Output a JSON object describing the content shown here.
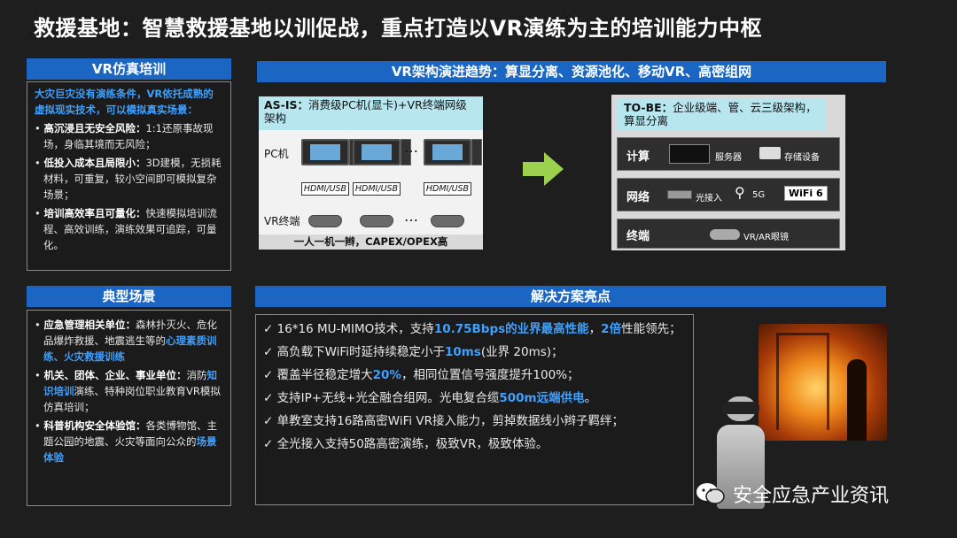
{
  "title": "救援基地：智慧救援基地以训促战，重点打造以VR演练为主的培训能力中枢",
  "vr": {
    "header": "VR仿真培训",
    "intro": "大灾巨灾没有演练条件，VR依托成熟的虚拟现实技术，可以模拟真实场景：",
    "items": [
      {
        "bold": "高沉浸且无安全风险：",
        "text": "1:1还原事故现场，身临其境而无风险；"
      },
      {
        "bold": "低投入成本且局限小：",
        "text": "3D建模，无损耗材料，可重复，较小空间即可模拟复杂场景；"
      },
      {
        "bold": "培训高效率且可量化：",
        "text": "快速模拟培训流程、高效训练，演练效果可追踪，可量化。"
      }
    ]
  },
  "scene": {
    "header": "典型场景",
    "items": [
      {
        "bold": "应急管理相关单位：",
        "text": "森林扑灭火、危化品爆炸救援、地震逃生等的",
        "hl": "心理素质训练、火灾救援训练"
      },
      {
        "bold": "机关、团体、企业、事业单位：",
        "text": "消防",
        "hl": "知识培训",
        "text2": "演练、特种岗位职业教育VR模拟仿真培训；"
      },
      {
        "bold": "科普机构安全体验馆：",
        "text": "各类博物馆、主题公园的地震、火灾等面向公众的",
        "hl": "场景体验"
      }
    ]
  },
  "arch": {
    "header": "VR架构演进趋势：算显分离、资源池化、移动VR、高密组网",
    "asis": {
      "label": "AS-IS：",
      "desc": "消费级PC机(显卡)+VR终端网级架构",
      "pc_label": "PC机",
      "vr_label": "VR终端",
      "cable": "HDMI/USB",
      "ellipsis": "…",
      "footer": "一人一机一辫，CAPEX/OPEX高"
    },
    "tobe": {
      "label": "TO-BE：",
      "desc": "企业级端、管、云三级架构，算显分离",
      "rows": [
        {
          "label": "计算",
          "a": "服务器",
          "b": "存储设备"
        },
        {
          "label": "网络",
          "a": "光接入",
          "b": "5G",
          "c": "WiFi 6"
        },
        {
          "label": "终端",
          "a": "VR/AR眼镜"
        }
      ]
    }
  },
  "solution": {
    "header": "解决方案亮点",
    "items": [
      {
        "pre": "16*16 MU-MIMO技术，支持",
        "hl": "10.75Bbps的业界最高性能",
        "mid": "，",
        "hl2": "2倍",
        "post": "性能领先；"
      },
      {
        "pre": "高负载下WiFi时延持续稳定小于",
        "hl": "10ms",
        "post": "(业界 20ms)；"
      },
      {
        "pre": "覆盖半径稳定增大",
        "hl": "20%",
        "post": "，相同位置信号强度提升100%；"
      },
      {
        "pre": "支持IP+无线+光全融合组网。光电复合缆",
        "hl": "500m远端供电",
        "post": "。"
      },
      {
        "pre": "单教室支持16路高密WiFi VR接入能力，剪掉数据线小辫子羁绊；",
        "post": ""
      },
      {
        "pre": "全光接入支持50路高密演练，极致VR，极致体验。",
        "post": ""
      }
    ],
    "check": "✓"
  },
  "watermark": "安全应急产业资讯",
  "colors": {
    "accent": "#1a66c2",
    "highlight": "#3ea0ff",
    "background": "#1e1e1e"
  }
}
